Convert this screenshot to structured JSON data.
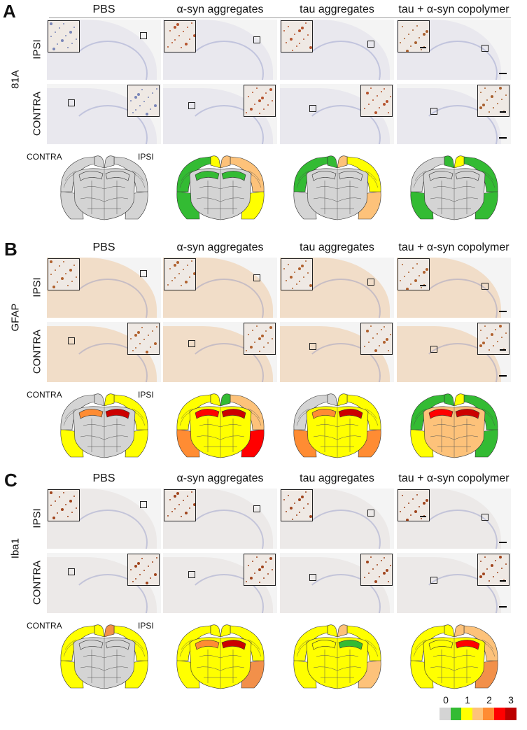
{
  "figure": {
    "panels": [
      {
        "letter": "A",
        "marker": "81A",
        "conditions": [
          "PBS",
          "α-syn aggregates",
          "tau aggregates",
          "tau + α-syn copolymer"
        ],
        "rows": [
          "IPSI",
          "CONTRA"
        ],
        "map_labels": {
          "left": "CONTRA",
          "right": "IPSI"
        },
        "tissue_color": "#e9e8ee",
        "inset_dot_colors": [
          "#7a86b8",
          "#b5532c",
          "#b5532c",
          "#a8602f"
        ],
        "map_fills": [
          {
            "cortex_contra": "#d4d4d4",
            "cortex_ipsi": "#d4d4d4",
            "top_contra": "#d4d4d4",
            "top_ipsi": "#d4d4d4",
            "hippo_contra": "#d4d4d4",
            "hippo_ipsi": "#d4d4d4",
            "core": "#d4d4d4",
            "lower_ipsi": "#d4d4d4",
            "lower_contra": "#d4d4d4"
          },
          {
            "cortex_contra": "#33bb33",
            "cortex_ipsi": "#fdc27a",
            "top_contra": "#ffff00",
            "top_ipsi": "#fdc27a",
            "hippo_contra": "#33bb33",
            "hippo_ipsi": "#33bb33",
            "core": "#d4d4d4",
            "lower_ipsi": "#ffff00",
            "lower_contra": "#33bb33"
          },
          {
            "cortex_contra": "#33bb33",
            "cortex_ipsi": "#ffff00",
            "top_contra": "#33bb33",
            "top_ipsi": "#fdc27a",
            "hippo_contra": "#d4d4d4",
            "hippo_ipsi": "#d4d4d4",
            "core": "#d4d4d4",
            "lower_ipsi": "#fdc27a",
            "lower_contra": "#d4d4d4"
          },
          {
            "cortex_contra": "#d4d4d4",
            "cortex_ipsi": "#33bb33",
            "top_contra": "#33bb33",
            "top_ipsi": "#ffff00",
            "hippo_contra": "#d4d4d4",
            "hippo_ipsi": "#d4d4d4",
            "core": "#d4d4d4",
            "lower_ipsi": "#33bb33",
            "lower_contra": "#33bb33"
          }
        ]
      },
      {
        "letter": "B",
        "marker": "GFAP",
        "conditions": [
          "PBS",
          "α-syn aggregates",
          "tau aggregates",
          "tau + α-syn copolymer"
        ],
        "rows": [
          "IPSI",
          "CONTRA"
        ],
        "map_labels": {
          "left": "CONTRA",
          "right": "IPSI"
        },
        "tissue_color": "#f1ddc8",
        "inset_dot_colors": [
          "#b0612e",
          "#b0612e",
          "#b0612e",
          "#b0612e"
        ],
        "map_fills": [
          {
            "cortex_contra": "#d4d4d4",
            "cortex_ipsi": "#ffff00",
            "top_contra": "#d4d4d4",
            "top_ipsi": "#ffff00",
            "hippo_contra": "#ff8c33",
            "hippo_ipsi": "#cc0000",
            "core": "#d4d4d4",
            "lower_ipsi": "#ffff00",
            "lower_contra": "#ffff00"
          },
          {
            "cortex_contra": "#ffff00",
            "cortex_ipsi": "#fdc27a",
            "top_contra": "#ffff00",
            "top_ipsi": "#33bb33",
            "hippo_contra": "#ff0000",
            "hippo_ipsi": "#cc0000",
            "core": "#ffff00",
            "lower_ipsi": "#ff0000",
            "lower_contra": "#ff8c33"
          },
          {
            "cortex_contra": "#d4d4d4",
            "cortex_ipsi": "#ffff00",
            "top_contra": "#d4d4d4",
            "top_ipsi": "#ffff00",
            "hippo_contra": "#ff8c33",
            "hippo_ipsi": "#cc0000",
            "core": "#ffff00",
            "lower_ipsi": "#ff8c33",
            "lower_contra": "#ff8c33"
          },
          {
            "cortex_contra": "#33bb33",
            "cortex_ipsi": "#33bb33",
            "top_contra": "#33bb33",
            "top_ipsi": "#ffff00",
            "hippo_contra": "#ff0000",
            "hippo_ipsi": "#cc0000",
            "core": "#fdc27a",
            "lower_ipsi": "#33bb33",
            "lower_contra": "#ffff00"
          }
        ]
      },
      {
        "letter": "C",
        "marker": "Iba1",
        "conditions": [
          "PBS",
          "α-syn aggregates",
          "tau aggregates",
          "tau + α-syn copolymer"
        ],
        "rows": [
          "IPSI",
          "CONTRA"
        ],
        "map_labels": {
          "left": "CONTRA",
          "right": "IPSI"
        },
        "tissue_color": "#ece9e8",
        "inset_dot_colors": [
          "#a0441c",
          "#a0441c",
          "#a0441c",
          "#a0441c"
        ],
        "map_fills": [
          {
            "cortex_contra": "#ffff00",
            "cortex_ipsi": "#ffff00",
            "top_contra": "#ffff00",
            "top_ipsi": "#f2904a",
            "hippo_contra": "#d4d4d4",
            "hippo_ipsi": "#d4d4d4",
            "core": "#d4d4d4",
            "lower_ipsi": "#ffff00",
            "lower_contra": "#ffff00"
          },
          {
            "cortex_contra": "#ffff00",
            "cortex_ipsi": "#ffff00",
            "top_contra": "#ffff00",
            "top_ipsi": "#ffff00",
            "hippo_contra": "#ff8c33",
            "hippo_ipsi": "#cc0000",
            "core": "#ffff00",
            "lower_ipsi": "#f2904a",
            "lower_contra": "#ffff00"
          },
          {
            "cortex_contra": "#ffff00",
            "cortex_ipsi": "#ffff00",
            "top_contra": "#ffff00",
            "top_ipsi": "#fdc27a",
            "hippo_contra": "#ffff00",
            "hippo_ipsi": "#33bb33",
            "core": "#ffff00",
            "lower_ipsi": "#fdc27a",
            "lower_contra": "#ffff00"
          },
          {
            "cortex_contra": "#ffff00",
            "cortex_ipsi": "#fdc27a",
            "top_contra": "#ffff00",
            "top_ipsi": "#fdc27a",
            "hippo_contra": "#ffff00",
            "hippo_ipsi": "#ff0000",
            "core": "#ffff00",
            "lower_ipsi": "#f2904a",
            "lower_contra": "#ffff00"
          }
        ]
      }
    ],
    "legend": {
      "ticks": [
        "0",
        "1",
        "2",
        "3"
      ],
      "colors": [
        "#d4d4d4",
        "#33bb33",
        "#ffff00",
        "#fdc27a",
        "#ff8c33",
        "#ff0000",
        "#bb0000"
      ]
    }
  }
}
